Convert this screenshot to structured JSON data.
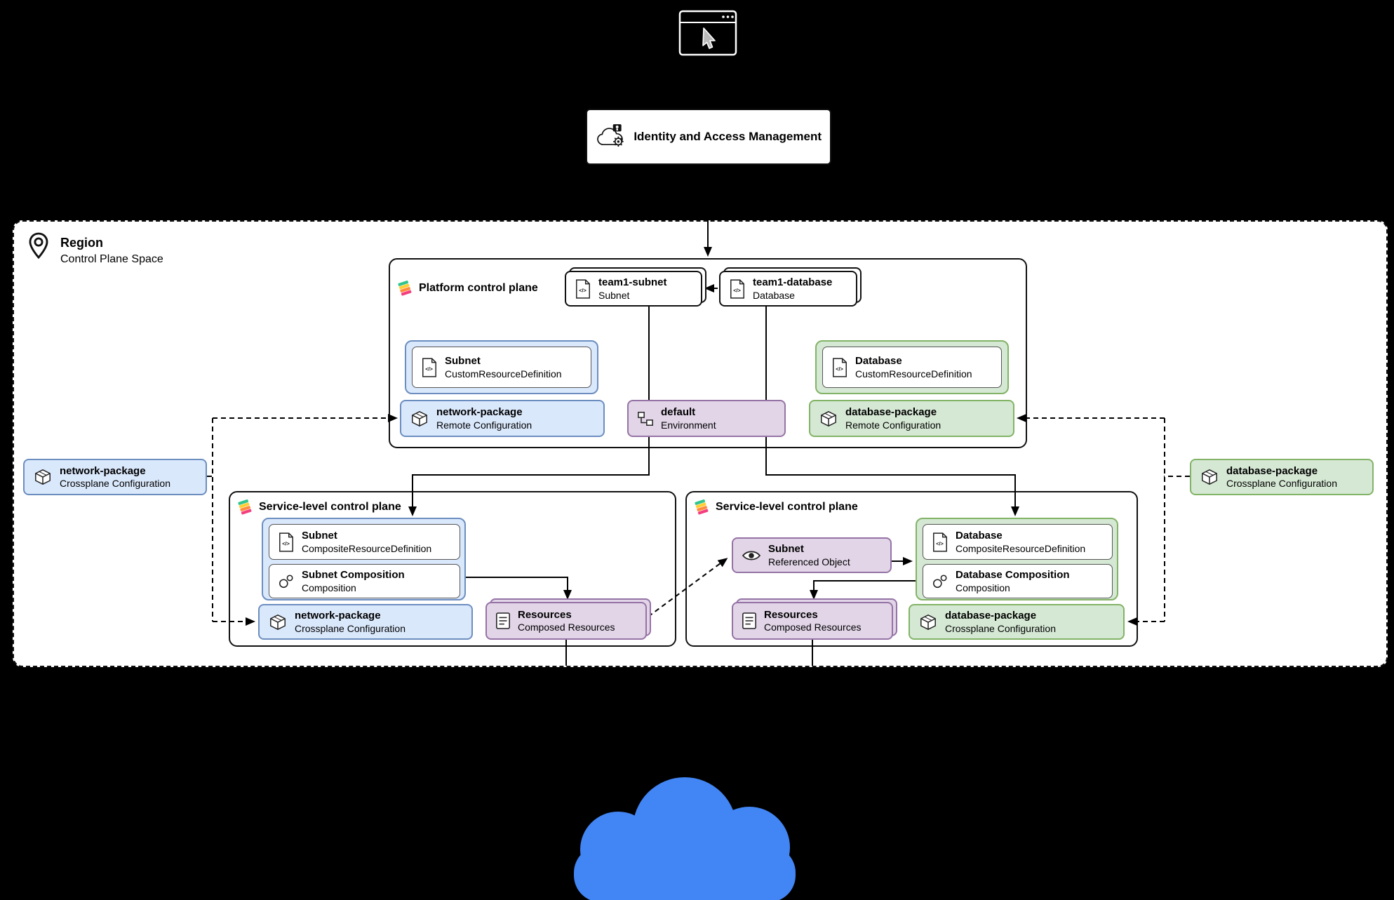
{
  "colors": {
    "blue_fill": "#dae8fc",
    "blue_border": "#6c8ebf",
    "green_fill": "#d5e8d4",
    "green_border": "#82b366",
    "purple_fill": "#e1d5e7",
    "purple_border": "#9673a6",
    "cloud": "#4285f4"
  },
  "iam": {
    "label": "Identity and Access Management"
  },
  "region": {
    "title": "Region",
    "subtitle": "Control Plane Space"
  },
  "platform": {
    "label": "Platform control plane",
    "claim_subnet": {
      "title": "team1-subnet",
      "subtitle": "Subnet"
    },
    "claim_database": {
      "title": "team1-database",
      "subtitle": "Database"
    },
    "subnet_crd": {
      "title": "Subnet",
      "subtitle": "CustomResourceDefinition"
    },
    "database_crd": {
      "title": "Database",
      "subtitle": "CustomResourceDefinition"
    },
    "network_package": {
      "title": "network-package",
      "subtitle": "Remote Configuration"
    },
    "environment": {
      "title": "default",
      "subtitle": "Environment"
    },
    "database_package": {
      "title": "database-package",
      "subtitle": "Remote Configuration"
    }
  },
  "external": {
    "network_package": {
      "title": "network-package",
      "subtitle": "Crossplane Configuration"
    },
    "database_package": {
      "title": "database-package",
      "subtitle": "Crossplane Configuration"
    }
  },
  "service_left": {
    "label": "Service-level control plane",
    "xrd": {
      "title": "Subnet",
      "subtitle": "CompositeResourceDefinition"
    },
    "composition": {
      "title": "Subnet Composition",
      "subtitle": "Composition"
    },
    "package": {
      "title": "network-package",
      "subtitle": "Crossplane Configuration"
    },
    "resources": {
      "title": "Resources",
      "subtitle": "Composed Resources"
    }
  },
  "service_right": {
    "label": "Service-level control plane",
    "referenced": {
      "title": "Subnet",
      "subtitle": "Referenced Object"
    },
    "xrd": {
      "title": "Database",
      "subtitle": "CompositeResourceDefinition"
    },
    "composition": {
      "title": "Database Composition",
      "subtitle": "Composition"
    },
    "resources": {
      "title": "Resources",
      "subtitle": "Composed Resources"
    },
    "package": {
      "title": "database-package",
      "subtitle": "Crossplane Configuration"
    }
  }
}
